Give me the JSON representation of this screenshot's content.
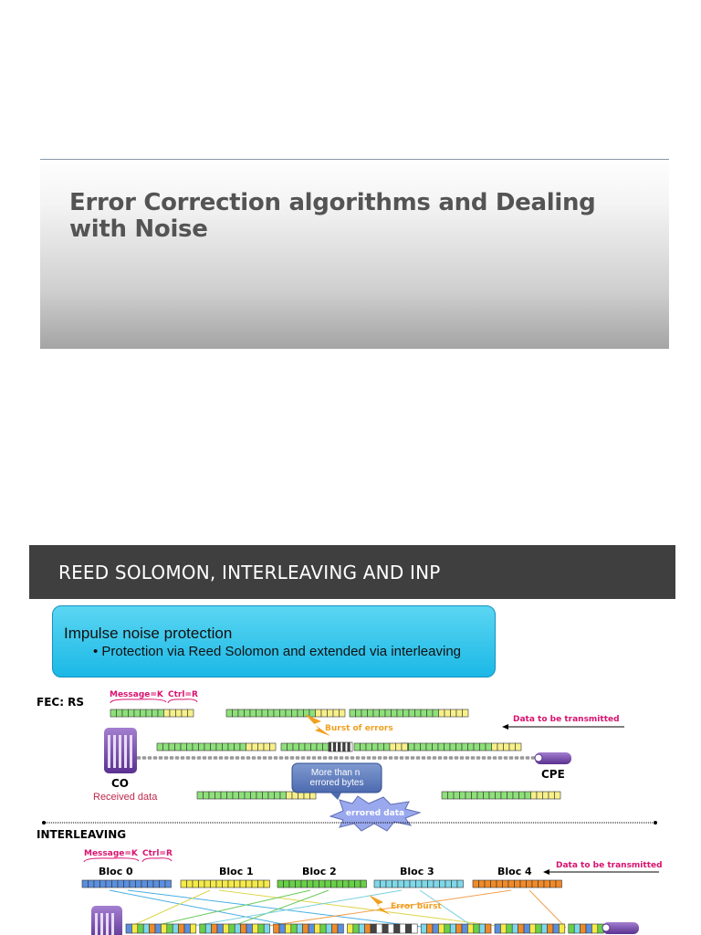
{
  "slide1": {
    "title": "Error Correction algorithms and Dealing with Noise"
  },
  "slide2": {
    "header": "REED SOLOMON, INTERLEAVING AND INP",
    "inp_box": {
      "title": "Impulse noise protection",
      "bullet": "• Protection via Reed Solomon and extended via interleaving"
    },
    "fec": {
      "section_label": "FEC: RS",
      "message_label": "Message=K",
      "ctrl_label": "Ctrl=R",
      "data_label": "Data to be transmitted",
      "burst_label": "Burst  of errors",
      "co_label": "CO",
      "cpe_label": "CPE",
      "received_label": "Received data",
      "callout": "More than n errored bytes",
      "errored_label": "errored data"
    },
    "interleaving": {
      "section_label": "INTERLEAVING",
      "message_label": "Message=K",
      "ctrl_label": "Ctrl=R",
      "blocs": [
        "Bloc 0",
        "Bloc 1",
        "Bloc 2",
        "Bloc 3",
        "Bloc 4"
      ],
      "data_label": "Data to be transmitted",
      "burst_label": "Error burst"
    },
    "colors": {
      "header_bg": "#3f3f3f",
      "inp_box": "#1bb8e6",
      "message_green": "#8ee07a",
      "ctrl_yellow": "#f7f08a",
      "label_magenta": "#d8136f",
      "burst_orange": "#f0a020",
      "modem_purple": "#7b4fb0",
      "callout_blue": "#5f80bf",
      "star_blue": "#9aa8ee"
    }
  }
}
